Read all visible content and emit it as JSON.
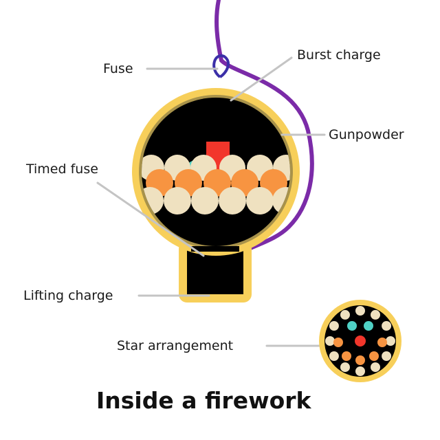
{
  "title": "Inside a firework",
  "labels": {
    "fuse": "Fuse",
    "burst_charge": "Burst charge",
    "gunpowder": "Gunpowder",
    "timed_fuse": "Timed fuse",
    "lifting_charge": "Lifting charge",
    "star_arrangement": "Star arrangement"
  },
  "colors": {
    "shell_outline": "#f7cf5a",
    "shell_ring": "#a8924a",
    "interior": "#000000",
    "fuse_cord": "#7b2ba8",
    "fuse_loop": "#3b2fa8",
    "burst_charge": "#f2362b",
    "star_cream": "#efe1c0",
    "star_orange": "#f79441",
    "star_teal": "#4fd1c5",
    "star_red": "#f2362b",
    "leader_line": "#c4c4c4"
  }
}
